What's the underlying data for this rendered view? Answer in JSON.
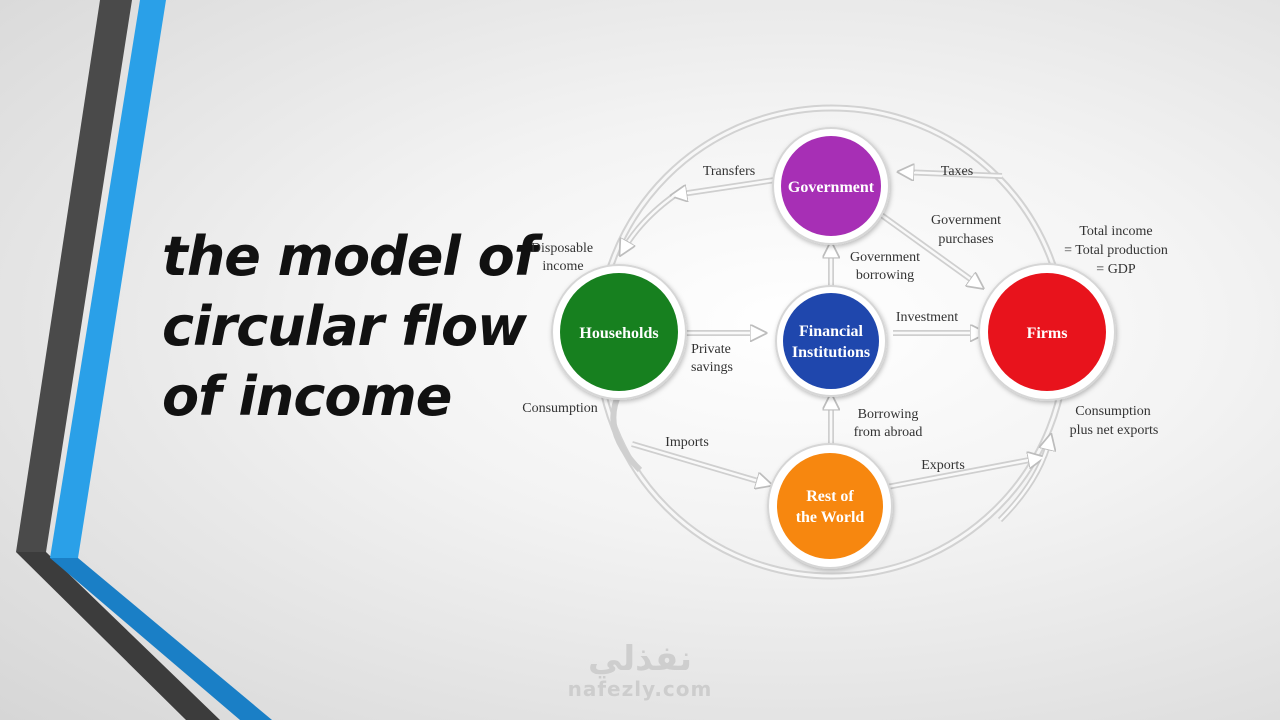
{
  "title": {
    "lines": [
      "the model of",
      "circular flow",
      "of income"
    ]
  },
  "diagram": {
    "nodes": {
      "government": {
        "label": "Government",
        "color": "#a72fb5"
      },
      "households": {
        "label": "Households",
        "color": "#17801f"
      },
      "financial": {
        "line1": "Financial",
        "line2": "Institutions",
        "color": "#1f47ad"
      },
      "firms": {
        "label": "Firms",
        "color": "#e8131c"
      },
      "rest_of_world": {
        "line1": "Rest of",
        "line2": "the World",
        "color": "#f7870f"
      }
    },
    "flows": {
      "transfers": "Transfers",
      "taxes": "Taxes",
      "disposable_income_1": "Disposable",
      "disposable_income_2": "income",
      "gov_purchases_1": "Government",
      "gov_purchases_2": "purchases",
      "gov_borrowing_1": "Government",
      "gov_borrowing_2": "borrowing",
      "total_income_1": "Total income",
      "total_income_2": "= Total production",
      "total_income_3": "= GDP",
      "private_savings_1": "Private",
      "private_savings_2": "savings",
      "investment": "Investment",
      "consumption": "Consumption",
      "borrowing_abroad_1": "Borrowing",
      "borrowing_abroad_2": "from abroad",
      "consumption_net_exports_1": "Consumption",
      "consumption_net_exports_2": "plus net exports",
      "imports": "Imports",
      "exports": "Exports"
    }
  },
  "watermark": {
    "arabic": "نفذلي",
    "latin": "nafezly.com"
  }
}
